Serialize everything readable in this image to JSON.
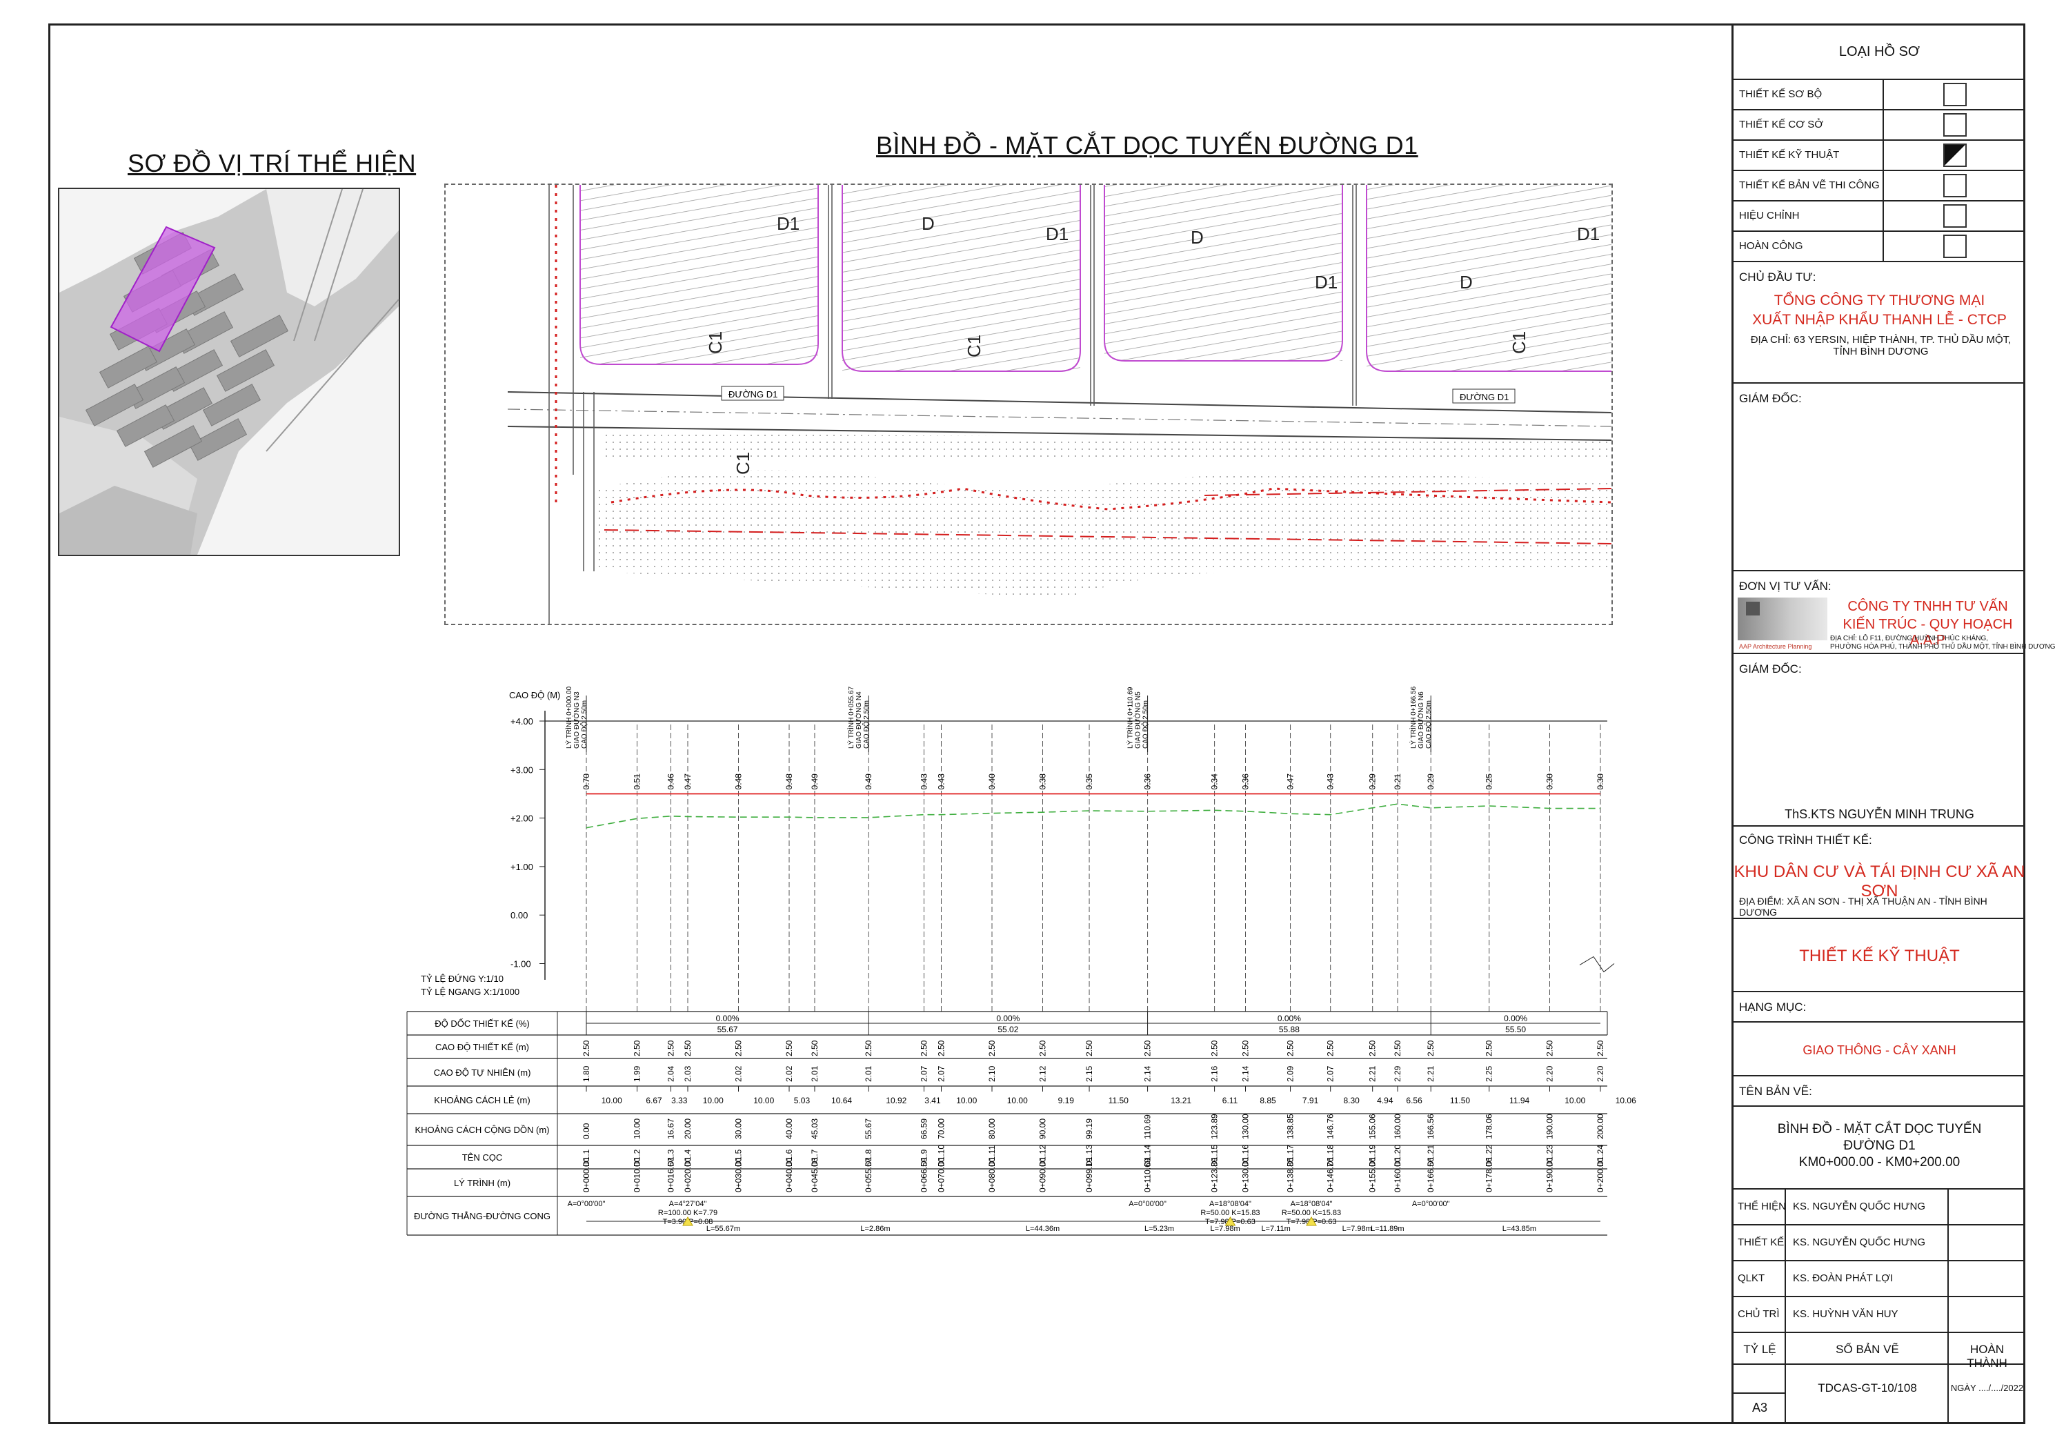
{
  "titles": {
    "location_map": "SƠ ĐỒ VỊ TRÍ THỂ HIỆN",
    "main": "BÌNH ĐỒ - MẶT CẮT DỌC TUYẾN ĐƯỜNG D1"
  },
  "title_block": {
    "doc_type_heading": "LOẠI HỒ SƠ",
    "doc_types": [
      {
        "label": "THIẾT KẾ SƠ BỘ",
        "checked": false
      },
      {
        "label": "THIẾT KẾ CƠ SỞ",
        "checked": false
      },
      {
        "label": "THIẾT KẾ KỸ THUẬT",
        "checked": true
      },
      {
        "label": "THIẾT KẾ BẢN VẼ THI CÔNG",
        "checked": false
      },
      {
        "label": "HIỆU CHỈNH",
        "checked": false
      },
      {
        "label": "HOÀN CÔNG",
        "checked": false
      }
    ],
    "investor_label": "CHỦ ĐẦU TƯ:",
    "investor_name_1": "TỔNG CÔNG TY THƯƠNG MẠI",
    "investor_name_2": "XUẤT NHẬP KHẨU THANH LỄ - CTCP",
    "investor_address": "ĐỊA CHỈ: 63 YERSIN, HIỆP THÀNH, TP. THỦ DẦU MỘT, TỈNH BÌNH DƯƠNG",
    "director_label_1": "GIÁM ĐỐC:",
    "consultant_label": "ĐƠN VỊ TƯ VẤN:",
    "consultant_name_1": "CÔNG TY TNHH TƯ VẤN",
    "consultant_name_2": "KIẾN TRÚC - QUY HOẠCH A.A.P",
    "consultant_address_1": "ĐỊA CHỈ: LÔ F11, ĐƯỜNG HUỲNH THÚC KHÁNG,",
    "consultant_address_2": "PHƯỜNG HÒA PHÚ, THÀNH PHỐ THỦ DẦU MỘT, TỈNH BÌNH DƯƠNG",
    "consultant_logo_text": "AAP Architecture Planning",
    "director_label_2": "GIÁM ĐỐC:",
    "director_name": "ThS.KTS NGUYỄN MINH TRUNG",
    "project_label": "CÔNG TRÌNH THIẾT KẾ:",
    "project_name": "KHU DÂN CƯ VÀ TÁI ĐỊNH CƯ XÃ AN SƠN",
    "location": "ĐỊA ĐIỂM: XÃ AN SƠN - THỊ XÃ THUẬN AN - TỈNH BÌNH DƯƠNG",
    "design_stage": "THIẾT KẾ KỸ THUẬT",
    "category_label": "HẠNG MỤC:",
    "category": "GIAO THÔNG - CÂY XANH",
    "drawing_name_label": "TÊN BẢN VẼ:",
    "drawing_name_1": "BÌNH ĐỒ - MẶT CẮT DỌC TUYẾN",
    "drawing_name_2": "ĐƯỜNG D1",
    "drawing_name_3": "KM0+000.00 - KM0+200.00",
    "staff": [
      {
        "role": "THỂ HIỆN",
        "name": "KS. NGUYỄN QUỐC HƯNG"
      },
      {
        "role": "THIẾT KẾ",
        "name": "KS. NGUYỄN QUỐC HƯNG"
      },
      {
        "role": "QLKT",
        "name": "KS. ĐOÀN PHÁT LỢI"
      },
      {
        "role": "CHỦ TRÌ",
        "name": "KS. HUỲNH VĂN HUY"
      }
    ],
    "scale_label": "TỶ LỆ",
    "sheet_no_label": "SỐ BẢN VẼ",
    "completed_label": "HOÀN THÀNH",
    "paper_size": "A3",
    "sheet_no": "TDCAS-GT-10/108",
    "date": "NGÀY ..../..../2022"
  },
  "plan_labels": {
    "blocks": [
      "D1",
      "D",
      "D1",
      "D",
      "D1",
      "D",
      "D1",
      "C1",
      "C1",
      "C1",
      "C1"
    ],
    "road_tag": "ĐƯỜNG D1"
  },
  "chart_data": {
    "type": "line",
    "ylabel": "CAO ĐỘ (M)",
    "y_ticks": [
      "+4.00",
      "+3.00",
      "+2.00",
      "+1.00",
      "0.00",
      "-1.00"
    ],
    "ylim": [
      -1.0,
      4.0
    ],
    "scale_v": "TỶ LỆ ĐỨNG Y:1/10",
    "scale_h": "TỶ LỆ NGANG X:1/1000",
    "annotations": [
      {
        "x": 0,
        "lines": [
          "LÝ TRÌNH 0+000.00",
          "GIAO ĐƯỜNG N3",
          "CAO ĐỘ 2.50m"
        ]
      },
      {
        "x": 55.67,
        "lines": [
          "LÝ TRÌNH 0+055.67",
          "GIAO ĐƯỜNG N4",
          "CAO ĐỘ 2.50m"
        ]
      },
      {
        "x": 110.69,
        "lines": [
          "LÝ TRÌNH 0+110.69",
          "GIAO ĐƯỜNG N5",
          "CAO ĐỘ 2.50m"
        ]
      },
      {
        "x": 166.56,
        "lines": [
          "LÝ TRÌNH 0+166.56",
          "GIAO ĐƯỜNG N6",
          "CAO ĐỘ 2.50m"
        ]
      }
    ],
    "series": [
      {
        "name": "CAO ĐỘ THIẾT KẾ (m)",
        "color": "#e02a2a",
        "values": [
          2.5,
          2.5,
          2.5,
          2.5,
          2.5,
          2.5,
          2.5,
          2.5,
          2.5,
          2.5,
          2.5,
          2.5,
          2.5,
          2.5,
          2.5,
          2.5,
          2.5,
          2.5,
          2.5,
          2.5,
          2.5,
          2.5,
          2.5,
          2.5
        ]
      },
      {
        "name": "CAO ĐỘ TỰ NHIÊN (m)",
        "color": "#3fae3f",
        "values": [
          1.8,
          1.99,
          2.04,
          2.03,
          2.02,
          2.02,
          2.01,
          2.01,
          2.07,
          2.07,
          2.1,
          2.12,
          2.15,
          2.14,
          2.16,
          2.14,
          2.09,
          2.07,
          2.21,
          2.29,
          2.21,
          2.25,
          2.2,
          2.2
        ]
      }
    ],
    "stations": [
      0.0,
      10.0,
      16.67,
      20.0,
      30.0,
      40.0,
      45.03,
      55.67,
      66.59,
      70.0,
      80.0,
      90.0,
      99.19,
      110.69,
      123.89,
      130.0,
      138.85,
      146.76,
      155.06,
      160.0,
      166.56,
      178.06,
      190.0,
      200.0
    ],
    "x": [
      0.0,
      10.0,
      16.67,
      20.0,
      30.0,
      40.0,
      45.03,
      55.67,
      66.59,
      70.0,
      80.0,
      90.0,
      99.19,
      110.69,
      123.89,
      130.0,
      138.85,
      146.76,
      155.06,
      160.0,
      166.56,
      178.06,
      190.0,
      200.0
    ],
    "fill_heights": [
      "0.70",
      "0.51",
      "0.46",
      "0.47",
      "0.48",
      "0.48",
      "0.49",
      "0.49",
      "0.43",
      "0.43",
      "0.40",
      "0.38",
      "0.35",
      "0.36",
      "0.34",
      "0.36",
      "0.47",
      "0.43",
      "0.29",
      "0.21",
      "0.29",
      "0.25",
      "0.30",
      "0.30"
    ],
    "table": {
      "row_labels": [
        "ĐỘ DỐC THIẾT KẾ (%)",
        "CAO ĐỘ THIẾT KẾ (m)",
        "CAO ĐỘ TỰ NHIÊN (m)",
        "KHOẢNG CÁCH LẺ (m)",
        "KHOẢNG CÁCH CỘNG DỒN (m)",
        "TÊN CỌC",
        "LÝ TRÌNH (m)",
        "ĐƯỜNG THẲNG-ĐƯỜNG CONG"
      ],
      "slopes": [
        {
          "from": 0,
          "to": 55.67,
          "pct": "0.00%",
          "len": "55.67"
        },
        {
          "from": 55.67,
          "to": 110.69,
          "pct": "0.00%",
          "len": "55.02"
        },
        {
          "from": 110.69,
          "to": 166.56,
          "pct": "0.00%",
          "len": "55.88"
        },
        {
          "from": 166.56,
          "to": 200,
          "pct": "0.00%",
          "len": "55.50"
        }
      ],
      "design": [
        "2.50",
        "2.50",
        "2.50",
        "2.50",
        "2.50",
        "2.50",
        "2.50",
        "2.50",
        "2.50",
        "2.50",
        "2.50",
        "2.50",
        "2.50",
        "2.50",
        "2.50",
        "2.50",
        "2.50",
        "2.50",
        "2.50",
        "2.50",
        "2.50",
        "2.50",
        "2.50",
        "2.50"
      ],
      "natural": [
        "1.80",
        "1.99",
        "2.04",
        "2.03",
        "2.02",
        "2.02",
        "2.01",
        "2.01",
        "2.07",
        "2.07",
        "2.10",
        "2.12",
        "2.15",
        "2.14",
        "2.16",
        "2.14",
        "2.09",
        "2.07",
        "2.21",
        "2.29",
        "2.21",
        "2.25",
        "2.20",
        "2.20"
      ],
      "segments": [
        "10.00",
        "6.67",
        "3.33",
        "10.00",
        "10.00",
        "5.03",
        "10.64",
        "10.92",
        "3.41",
        "10.00",
        "10.00",
        "9.19",
        "11.50",
        "13.21",
        "6.11",
        "8.85",
        "7.91",
        "8.30",
        "4.94",
        "6.56",
        "11.50",
        "11.94",
        "10.00",
        "10.06"
      ],
      "cumulative": [
        "0.00",
        "10.00",
        "16.67",
        "20.00",
        "30.00",
        "40.00",
        "45.03",
        "55.67",
        "66.59",
        "70.00",
        "80.00",
        "90.00",
        "99.19",
        "110.69",
        "123.89",
        "130.00",
        "138.85",
        "146.76",
        "155.06",
        "160.00",
        "166.56",
        "178.06",
        "190.00",
        "200.00"
      ],
      "stakes": [
        "D1.1",
        "D1.2",
        "D1.3",
        "D1.4",
        "D1.5",
        "D1.6",
        "D1.7",
        "D1.8",
        "D1.9",
        "D1.10",
        "D1.11",
        "D1.12",
        "D1.13",
        "D1.14",
        "D1.15",
        "D1.16",
        "D1.17",
        "D1.18",
        "D1.19",
        "D1.20",
        "D1.21",
        "D1.22",
        "D1.23",
        "D1.24"
      ],
      "chainage": [
        "0+000.00",
        "0+010.00",
        "0+016.67",
        "0+020.00",
        "0+030.00",
        "0+040.00",
        "0+045.03",
        "0+055.67",
        "0+066.59",
        "0+070.00",
        "0+080.00",
        "0+090.00",
        "0+099.19",
        "0+110.69",
        "0+123.89",
        "0+130.00",
        "0+138.85",
        "0+146.76",
        "0+155.06",
        "0+160.00",
        "0+166.56",
        "0+178.06",
        "0+190.00",
        "0+200.00"
      ],
      "curves": [
        {
          "x": 0,
          "lines": [
            "A=0°00'00\""
          ]
        },
        {
          "x": 20,
          "lines": [
            "A=4°27'04\"",
            "R=100.00 K=7.79",
            "T=3.90 P=0.08"
          ]
        },
        {
          "x": 110.69,
          "lines": [
            "A=0°00'00\""
          ]
        },
        {
          "x": 127,
          "lines": [
            "A=18°08'04\"",
            "R=50.00 K=15.83",
            "T=7.98 P=0.63"
          ]
        },
        {
          "x": 143,
          "lines": [
            "A=18°08'04\"",
            "R=50.00 K=15.83",
            "T=7.98 P=0.63"
          ]
        },
        {
          "x": 166.56,
          "lines": [
            "A=0°00'00\""
          ]
        }
      ],
      "lengths": [
        {
          "x": 27,
          "text": "L=55.67m"
        },
        {
          "x": 57,
          "text": "L=2.86m"
        },
        {
          "x": 90,
          "text": "L=44.36m"
        },
        {
          "x": 113,
          "text": "L=5.23m"
        },
        {
          "x": 126,
          "text": "L=7.98m"
        },
        {
          "x": 136,
          "text": "L=7.11m"
        },
        {
          "x": 152,
          "text": "L=7.98m"
        },
        {
          "x": 158,
          "text": "L=11.89m"
        },
        {
          "x": 184,
          "text": "L=43.85m"
        }
      ]
    }
  }
}
